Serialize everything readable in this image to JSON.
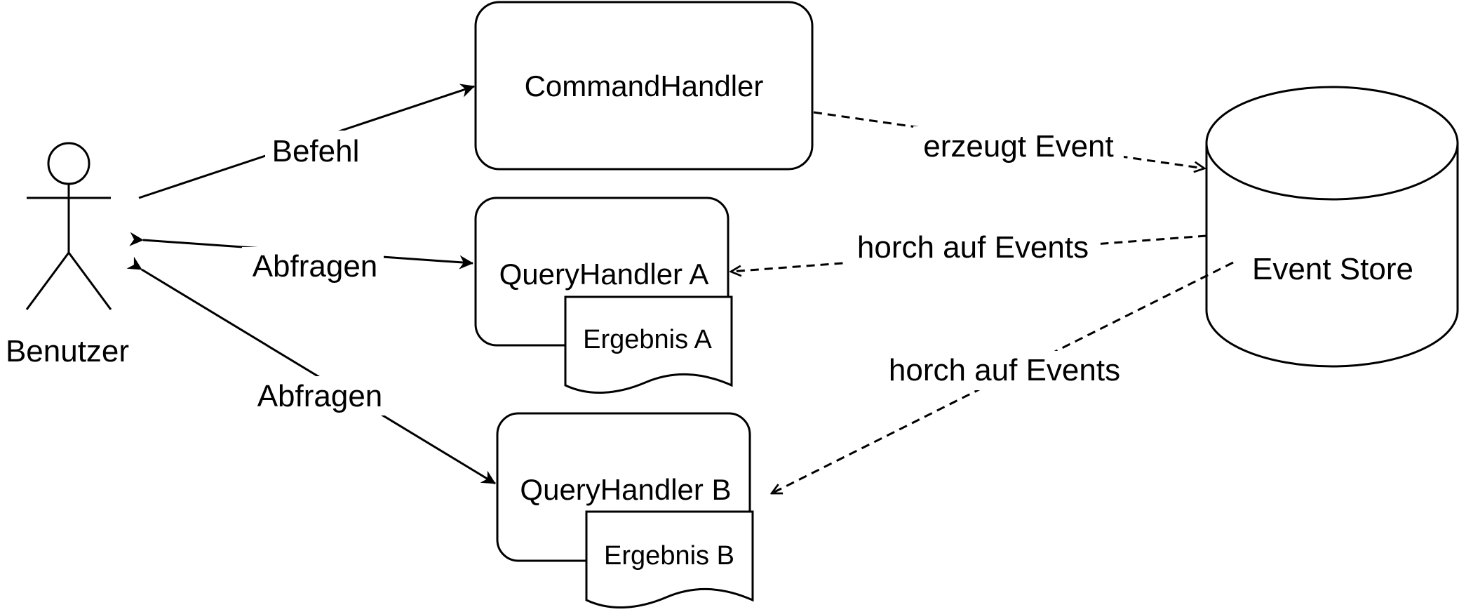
{
  "diagram": {
    "actor": {
      "label": "Benutzer"
    },
    "nodes": {
      "command_handler": {
        "label": "CommandHandler"
      },
      "query_handler_a": {
        "label": "QueryHandler A"
      },
      "result_a": {
        "label": "Ergebnis A"
      },
      "query_handler_b": {
        "label": "QueryHandler B"
      },
      "result_b": {
        "label": "Ergebnis B"
      },
      "event_store": {
        "label": "Event Store"
      }
    },
    "edges": {
      "command": {
        "label": "Befehl"
      },
      "query_a": {
        "label": "Abfragen"
      },
      "query_b": {
        "label": "Abfragen"
      },
      "emits_event": {
        "label": "erzeugt Event"
      },
      "listen_a": {
        "label": "horch auf Events"
      },
      "listen_b": {
        "label": "horch auf Events"
      }
    }
  },
  "colors": {
    "stroke": "#000000",
    "background": "#ffffff"
  }
}
